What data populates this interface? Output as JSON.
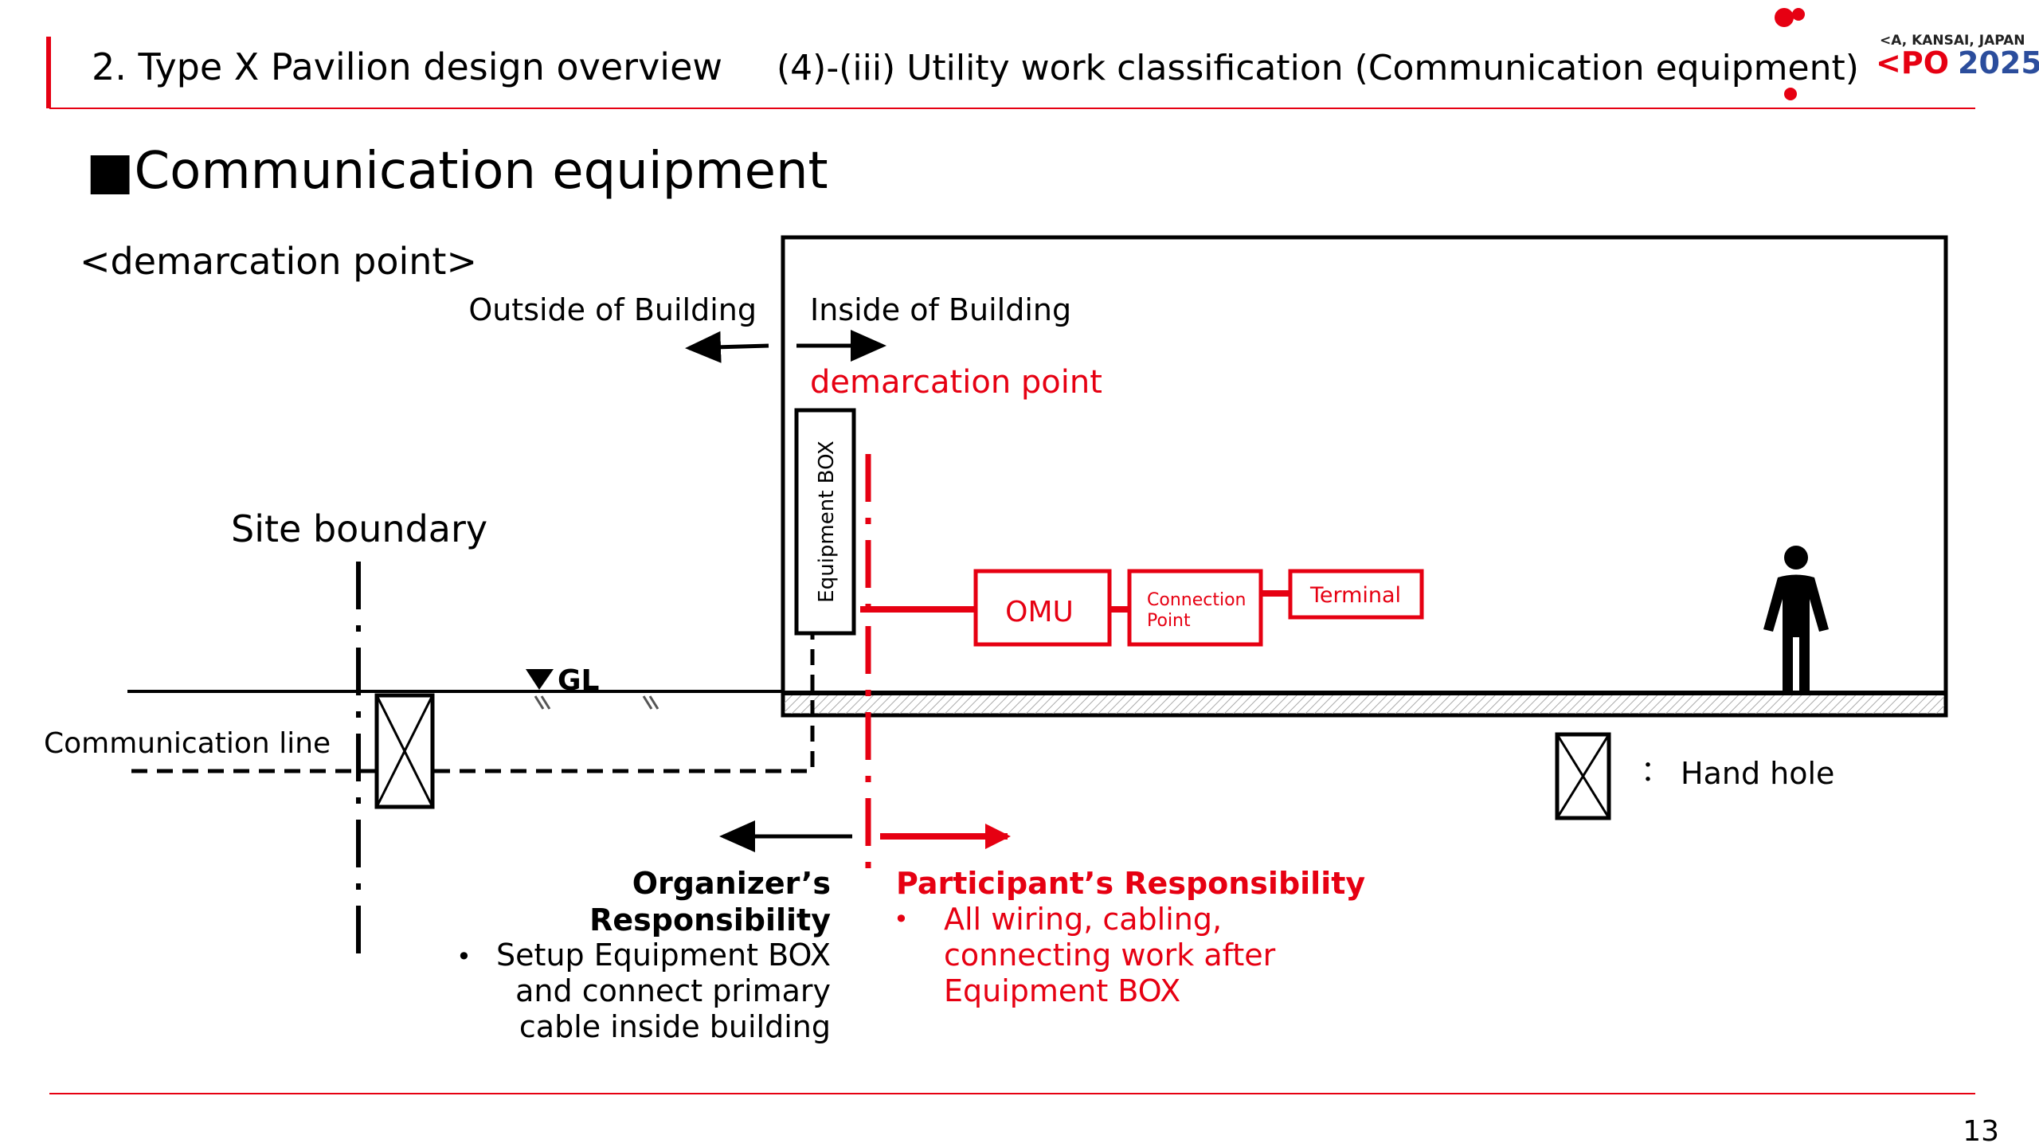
{
  "header": {
    "title": "2. Type X Pavilion design overview",
    "subtitle": "(4)-(iii) Utility work classification (Communication equipment)",
    "logo_line1": "<A, KANSAI, JAPAN",
    "logo_line2_prefix": "<PO",
    "logo_line2_year": "2025"
  },
  "section": {
    "heading": "■Communication equipment",
    "subheading": "<demarcation point>"
  },
  "diagram": {
    "outside_label": "Outside of Building",
    "inside_label": "Inside of Building",
    "demarcation_label": "demarcation point",
    "equipment_box_label": "Equipment BOX",
    "site_boundary_label": "Site boundary",
    "gl_label": "GL",
    "communication_line_label": "Communication line",
    "omu_label": "OMU",
    "connection_point_line1": "Connection",
    "connection_point_line2": "Point",
    "terminal_label": "Terminal",
    "legend_colon": "：",
    "legend_label": "Hand hole",
    "organizer": {
      "title_line1": "Organizer’s",
      "title_line2": "Responsibility",
      "bullet": "•",
      "items": [
        "Setup Equipment BOX",
        "and  connect primary",
        "cable inside building"
      ]
    },
    "participant": {
      "title": "Participant’s Responsibility",
      "bullet": "•",
      "items": [
        "All wiring, cabling,",
        "connecting work after",
        "Equipment BOX"
      ]
    }
  },
  "footer": {
    "page_number": "13"
  },
  "colors": {
    "accent_red": "#E60012",
    "black": "#000000",
    "logo_blue": "#2B4D9C"
  }
}
